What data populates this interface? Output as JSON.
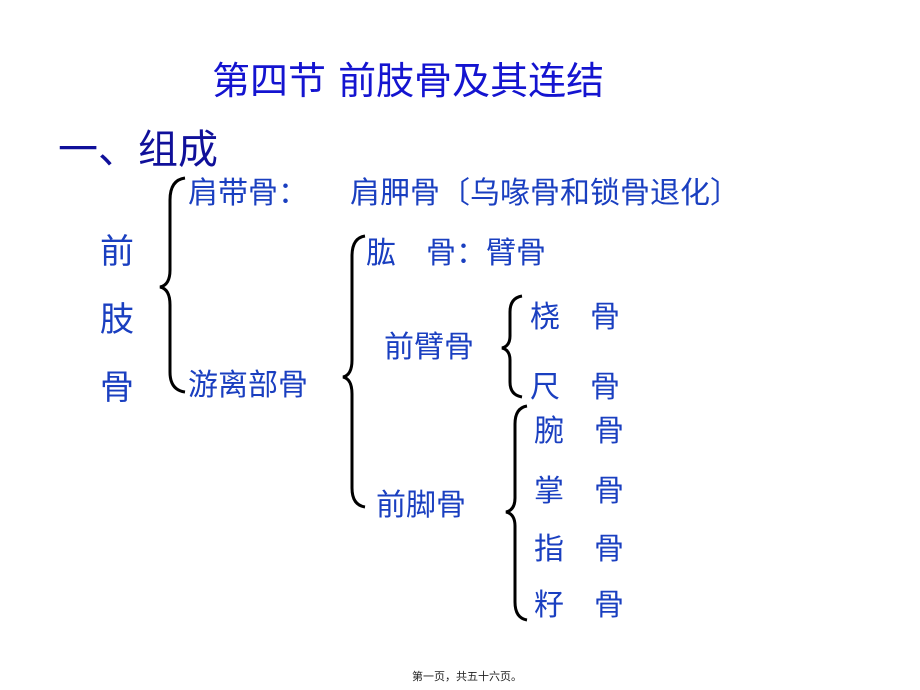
{
  "title": "第四节 前肢骨及其连结",
  "section": "一、组成",
  "root": "前肢骨",
  "root_chars": [
    "前",
    "肢",
    "骨"
  ],
  "shoulder": {
    "label": "肩带骨：",
    "value": "肩胛骨〔乌喙骨和锁骨退化〕"
  },
  "free": {
    "label": "游离部骨",
    "humerus": "肱　骨：臂骨",
    "forearm": {
      "label": "前臂骨",
      "items": [
        "桡　骨",
        "尺　骨"
      ]
    },
    "forefoot": {
      "label": "前脚骨",
      "items": [
        "腕　骨",
        "掌　骨",
        "指　骨",
        "籽　骨"
      ]
    }
  },
  "footer": "第一页，共五十六页。"
}
